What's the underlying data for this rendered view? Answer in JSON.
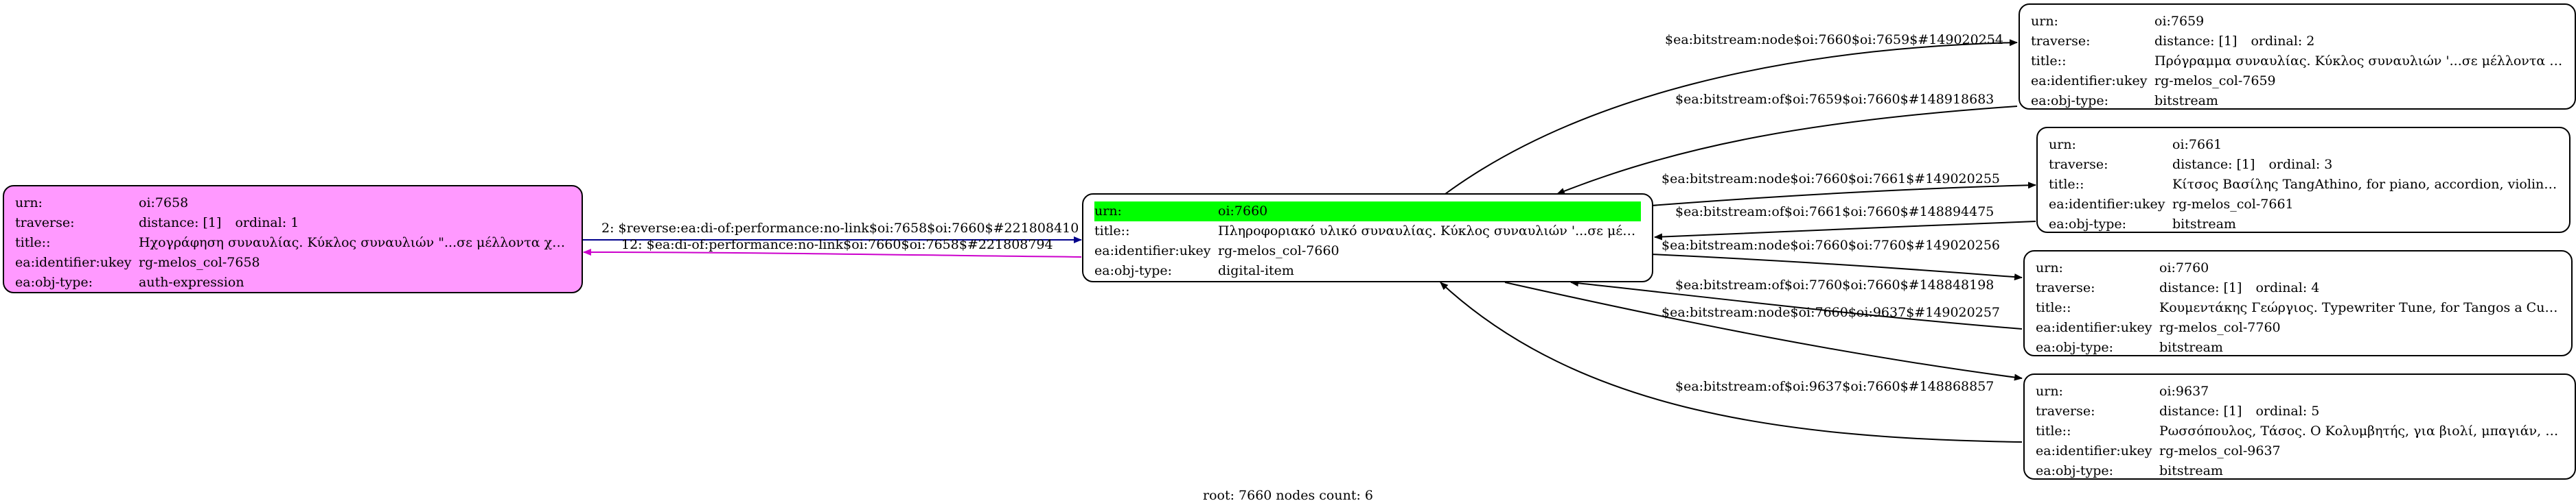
{
  "nodes": {
    "root": {
      "rows": [
        {
          "key": "urn:",
          "value": "oi:7660"
        },
        {
          "key": "title::",
          "value": "Πληροφοριακό υλικό συναυλίας. Κύκλος συναυλιών '...σε μέλλ..."
        },
        {
          "key": "ea:identifier:ukey",
          "value": "rg-melos_col-7660"
        },
        {
          "key": "ea:obj-type:",
          "value": "digital-item"
        }
      ]
    },
    "n7658": {
      "fill": "#ff99ff",
      "rows": [
        {
          "key": "urn:",
          "value": "oi:7658"
        },
        {
          "key": "traverse:",
          "distance": "distance: [1]",
          "ordinal": "ordinal: 1"
        },
        {
          "key": "title::",
          "value": "Ηχογράφηση συναυλίας. Κύκλος συναυλιών \"...σε μέλλοντα χρό..."
        },
        {
          "key": "ea:identifier:ukey",
          "value": "rg-melos_col-7658"
        },
        {
          "key": "ea:obj-type:",
          "value": "auth-expression"
        }
      ]
    },
    "n7659": {
      "rows": [
        {
          "key": "urn:",
          "value": "oi:7659"
        },
        {
          "key": "traverse:",
          "distance": "distance: [1]",
          "ordinal": "ordinal: 2"
        },
        {
          "key": "title::",
          "value": "Πρόγραμμα συναυλίας. Κύκλος συναυλιών '...σε μέλλοντα χρόν..."
        },
        {
          "key": "ea:identifier:ukey",
          "value": "rg-melos_col-7659"
        },
        {
          "key": "ea:obj-type:",
          "value": "bitstream"
        }
      ]
    },
    "n7661": {
      "rows": [
        {
          "key": "urn:",
          "value": "oi:7661"
        },
        {
          "key": "traverse:",
          "distance": "distance: [1]",
          "ordinal": "ordinal: 3"
        },
        {
          "key": "title::",
          "value": "Κίτσος Βασίλης TangAthino, for piano, accordion, violin an..."
        },
        {
          "key": "ea:identifier:ukey",
          "value": "rg-melos_col-7661"
        },
        {
          "key": "ea:obj-type:",
          "value": "bitstream"
        }
      ]
    },
    "n7760": {
      "rows": [
        {
          "key": "urn:",
          "value": "oi:7760"
        },
        {
          "key": "traverse:",
          "distance": "distance: [1]",
          "ordinal": "ordinal: 4"
        },
        {
          "key": "title::",
          "value": "Κουμεντάκης Γεώργιος. Typewriter Tune, for Tangos a Cuatro..."
        },
        {
          "key": "ea:identifier:ukey",
          "value": "rg-melos_col-7760"
        },
        {
          "key": "ea:obj-type:",
          "value": "bitstream"
        }
      ]
    },
    "n9637": {
      "rows": [
        {
          "key": "urn:",
          "value": "oi:9637"
        },
        {
          "key": "traverse:",
          "distance": "distance: [1]",
          "ordinal": "ordinal: 5"
        },
        {
          "key": "title::",
          "value": "Ρωσσόπουλος, Τάσος. Ο Κολυμβητής, για βιολί, μπαγιάν, πιάνο..."
        },
        {
          "key": "ea:identifier:ukey",
          "value": "rg-melos_col-9637"
        },
        {
          "key": "ea:obj-type:",
          "value": "bitstream"
        }
      ]
    }
  },
  "edges": {
    "e_reverse": "2: $reverse:ea:di-of:performance:no-link$oi:7658$oi:7660$#221808410",
    "e_di_of": "12: $ea:di-of:performance:no-link$oi:7660$oi:7658$#221808794",
    "e_node_7659": "$ea:bitstream:node$oi:7660$oi:7659$#149020254",
    "e_of_7659": "$ea:bitstream:of$oi:7659$oi:7660$#148918683",
    "e_node_7661": "$ea:bitstream:node$oi:7660$oi:7661$#149020255",
    "e_of_7661": "$ea:bitstream:of$oi:7661$oi:7660$#148894475",
    "e_node_7760": "$ea:bitstream:node$oi:7660$oi:7760$#149020256",
    "e_of_7760": "$ea:bitstream:of$oi:7760$oi:7660$#148848198",
    "e_node_9637": "$ea:bitstream:node$oi:7660$oi:9637$#149020257",
    "e_of_9637": "$ea:bitstream:of$oi:9637$oi:7660$#148868857"
  },
  "colors": {
    "edge_default": "#000000",
    "edge_reverse": "#00008b",
    "edge_di_of": "#cc00cc",
    "highlight": "#00ff00",
    "pink_fill": "#ff99ff"
  },
  "footer": "root: 7660 nodes count: 6"
}
